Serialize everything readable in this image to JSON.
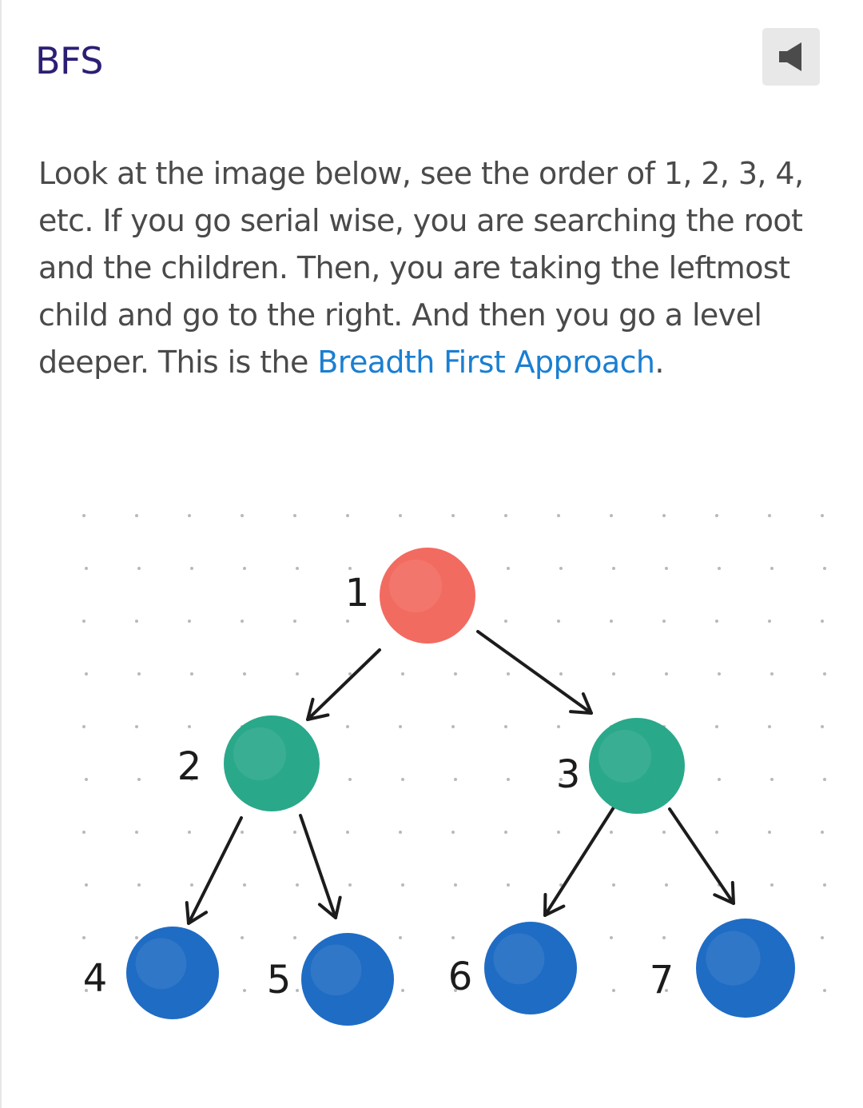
{
  "card": {
    "title": "BFS",
    "speaker_icon": "speaker-icon"
  },
  "body": {
    "text_before_link": "Look at the image below, see the order of 1, 2, 3, 4, etc. If you go serial wise, you are searching the root and the children. Then, you are taking the leftmost child and go to the right. And then you go a level deeper. This is the ",
    "link_text": "Breadth First Approach",
    "text_after_link": "."
  },
  "figure": {
    "nodes": [
      {
        "label": "1",
        "color": "#f26b61"
      },
      {
        "label": "2",
        "color": "#2aa88a"
      },
      {
        "label": "3",
        "color": "#2aa88a"
      },
      {
        "label": "4",
        "color": "#1f6cc4"
      },
      {
        "label": "5",
        "color": "#1f6cc4"
      },
      {
        "label": "6",
        "color": "#1f6cc4"
      },
      {
        "label": "7",
        "color": "#1f6cc4"
      }
    ]
  },
  "colors": {
    "title": "#2b1f74",
    "text": "#4a4a4a",
    "link": "#1a7fd2",
    "button_bg": "#e8e8e8"
  }
}
